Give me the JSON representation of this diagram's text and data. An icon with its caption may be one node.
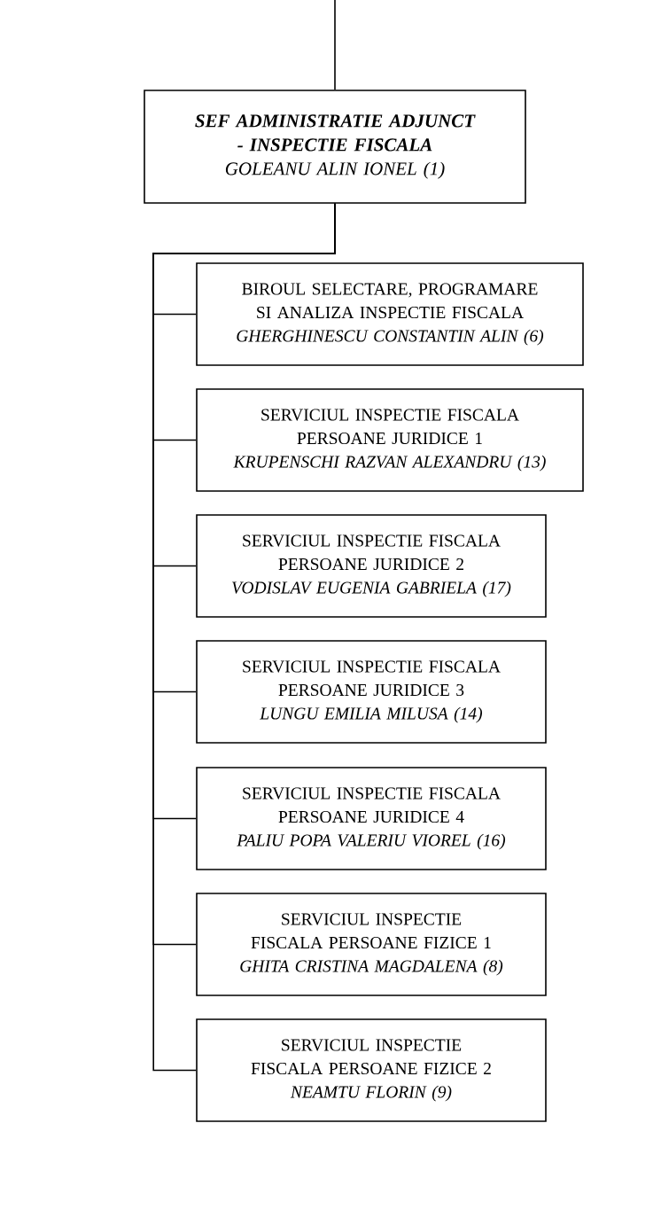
{
  "diagram": {
    "nodes": [
      {
        "text": [
          "SEF ADMINISTRATIE ADJUNCT - INSPECTIE FISCALA",
          "GOLEANU ALIN IONEL (1)"
        ]
      },
      {
        "text": [
          "BIROUL SELECTARE, PROGRAMARE SI ANALIZA INSPECTIE FISCALA",
          "GHERGHINESCU CONSTANTIN ALIN (6)"
        ]
      },
      {
        "text": [
          "SERVICIUL INSPECTIE FISCALA PERSOANE JURIDICE 1",
          "KRUPENSCHI RAZVAN ALEXANDRU (13)"
        ]
      },
      {
        "text": [
          "SERVICIUL INSPECTIE FISCALA PERSOANE JURIDICE 2",
          "VODISLAV EUGENIA GABRIELA (17)"
        ]
      },
      {
        "text": [
          "SERVICIUL INSPECTIE FISCALA PERSOANE JURIDICE 3",
          "LUNGU EMILIA MILUSA (14)"
        ]
      },
      {
        "text": [
          "SERVICIUL INSPECTIE FISCALA PERSOANE JURIDICE 4",
          "PALIU POPA VALERIU VIOREL (16)"
        ]
      },
      {
        "text": [
          "SERVICIUL INSPECTIE FISCALA PERSOANE FIZICE 1",
          "GHITA CRISTINA MAGDALENA (8)"
        ]
      },
      {
        "text": [
          "SERVICIUL INSPECTIE FISCALA PERSOANE FIZICE 2",
          "NEAMTU FLORIN (9)"
        ]
      }
    ],
    "edges": [
      {
        "from": null,
        "to": 0,
        "arrow": "none"
      },
      {
        "from": 0,
        "to": 1,
        "arrow": "none"
      },
      {
        "from": 0,
        "to": 2,
        "arrow": "none"
      },
      {
        "from": 0,
        "to": 3,
        "arrow": "none"
      },
      {
        "from": 0,
        "to": 4,
        "arrow": "none"
      },
      {
        "from": 0,
        "to": 5,
        "arrow": "none"
      },
      {
        "from": 0,
        "to": 6,
        "arrow": "none"
      },
      {
        "from": 0,
        "to": 7,
        "arrow": "none"
      }
    ]
  }
}
